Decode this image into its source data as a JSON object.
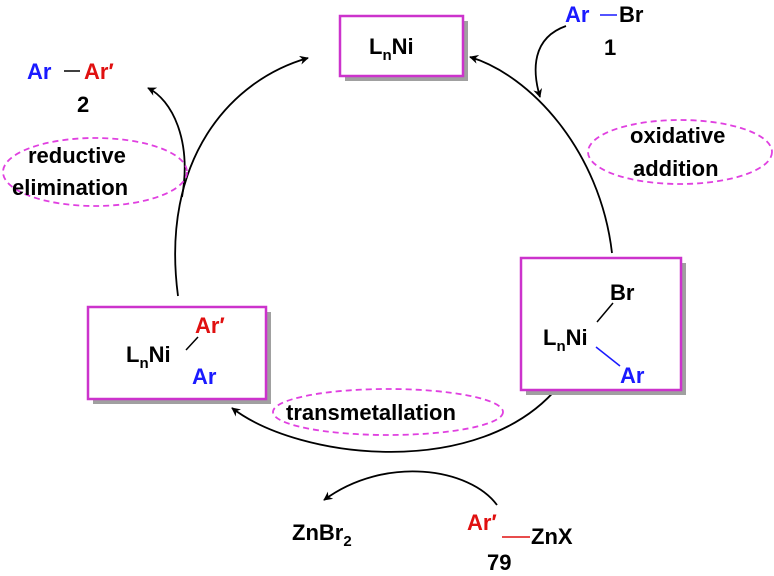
{
  "catalyst": {
    "main": "L",
    "sub": "n",
    "metal": "Ni"
  },
  "aryl_bromide": {
    "ar": "Ar",
    "br": "Br",
    "number": "1"
  },
  "product": {
    "ar": "Ar",
    "ar_prime": "Ar′",
    "number": "2"
  },
  "oxidative_addition": {
    "line1": "oxidative",
    "line2": "addition"
  },
  "reductive_elimination": {
    "line1": "reductive",
    "line2": "elimination"
  },
  "transmetallation": {
    "label": "transmetallation"
  },
  "ni_ar_br_complex": {
    "br": "Br",
    "l": "L",
    "sub": "n",
    "ni": "Ni",
    "ar": "Ar"
  },
  "ni_ar_ar_complex": {
    "ar_prime": "Ar′",
    "l": "L",
    "sub": "n",
    "ni": "Ni",
    "ar": "Ar"
  },
  "zinc_reagent": {
    "ar_prime": "Ar′",
    "znx": "ZnX",
    "number": "79"
  },
  "zinc_byproduct": {
    "main": "ZnBr",
    "sub": "2"
  },
  "colors": {
    "ar": "#1a1aff",
    "ar_prime": "#e01010",
    "box_border": "#cc33cc",
    "oval": "#e040e0"
  }
}
